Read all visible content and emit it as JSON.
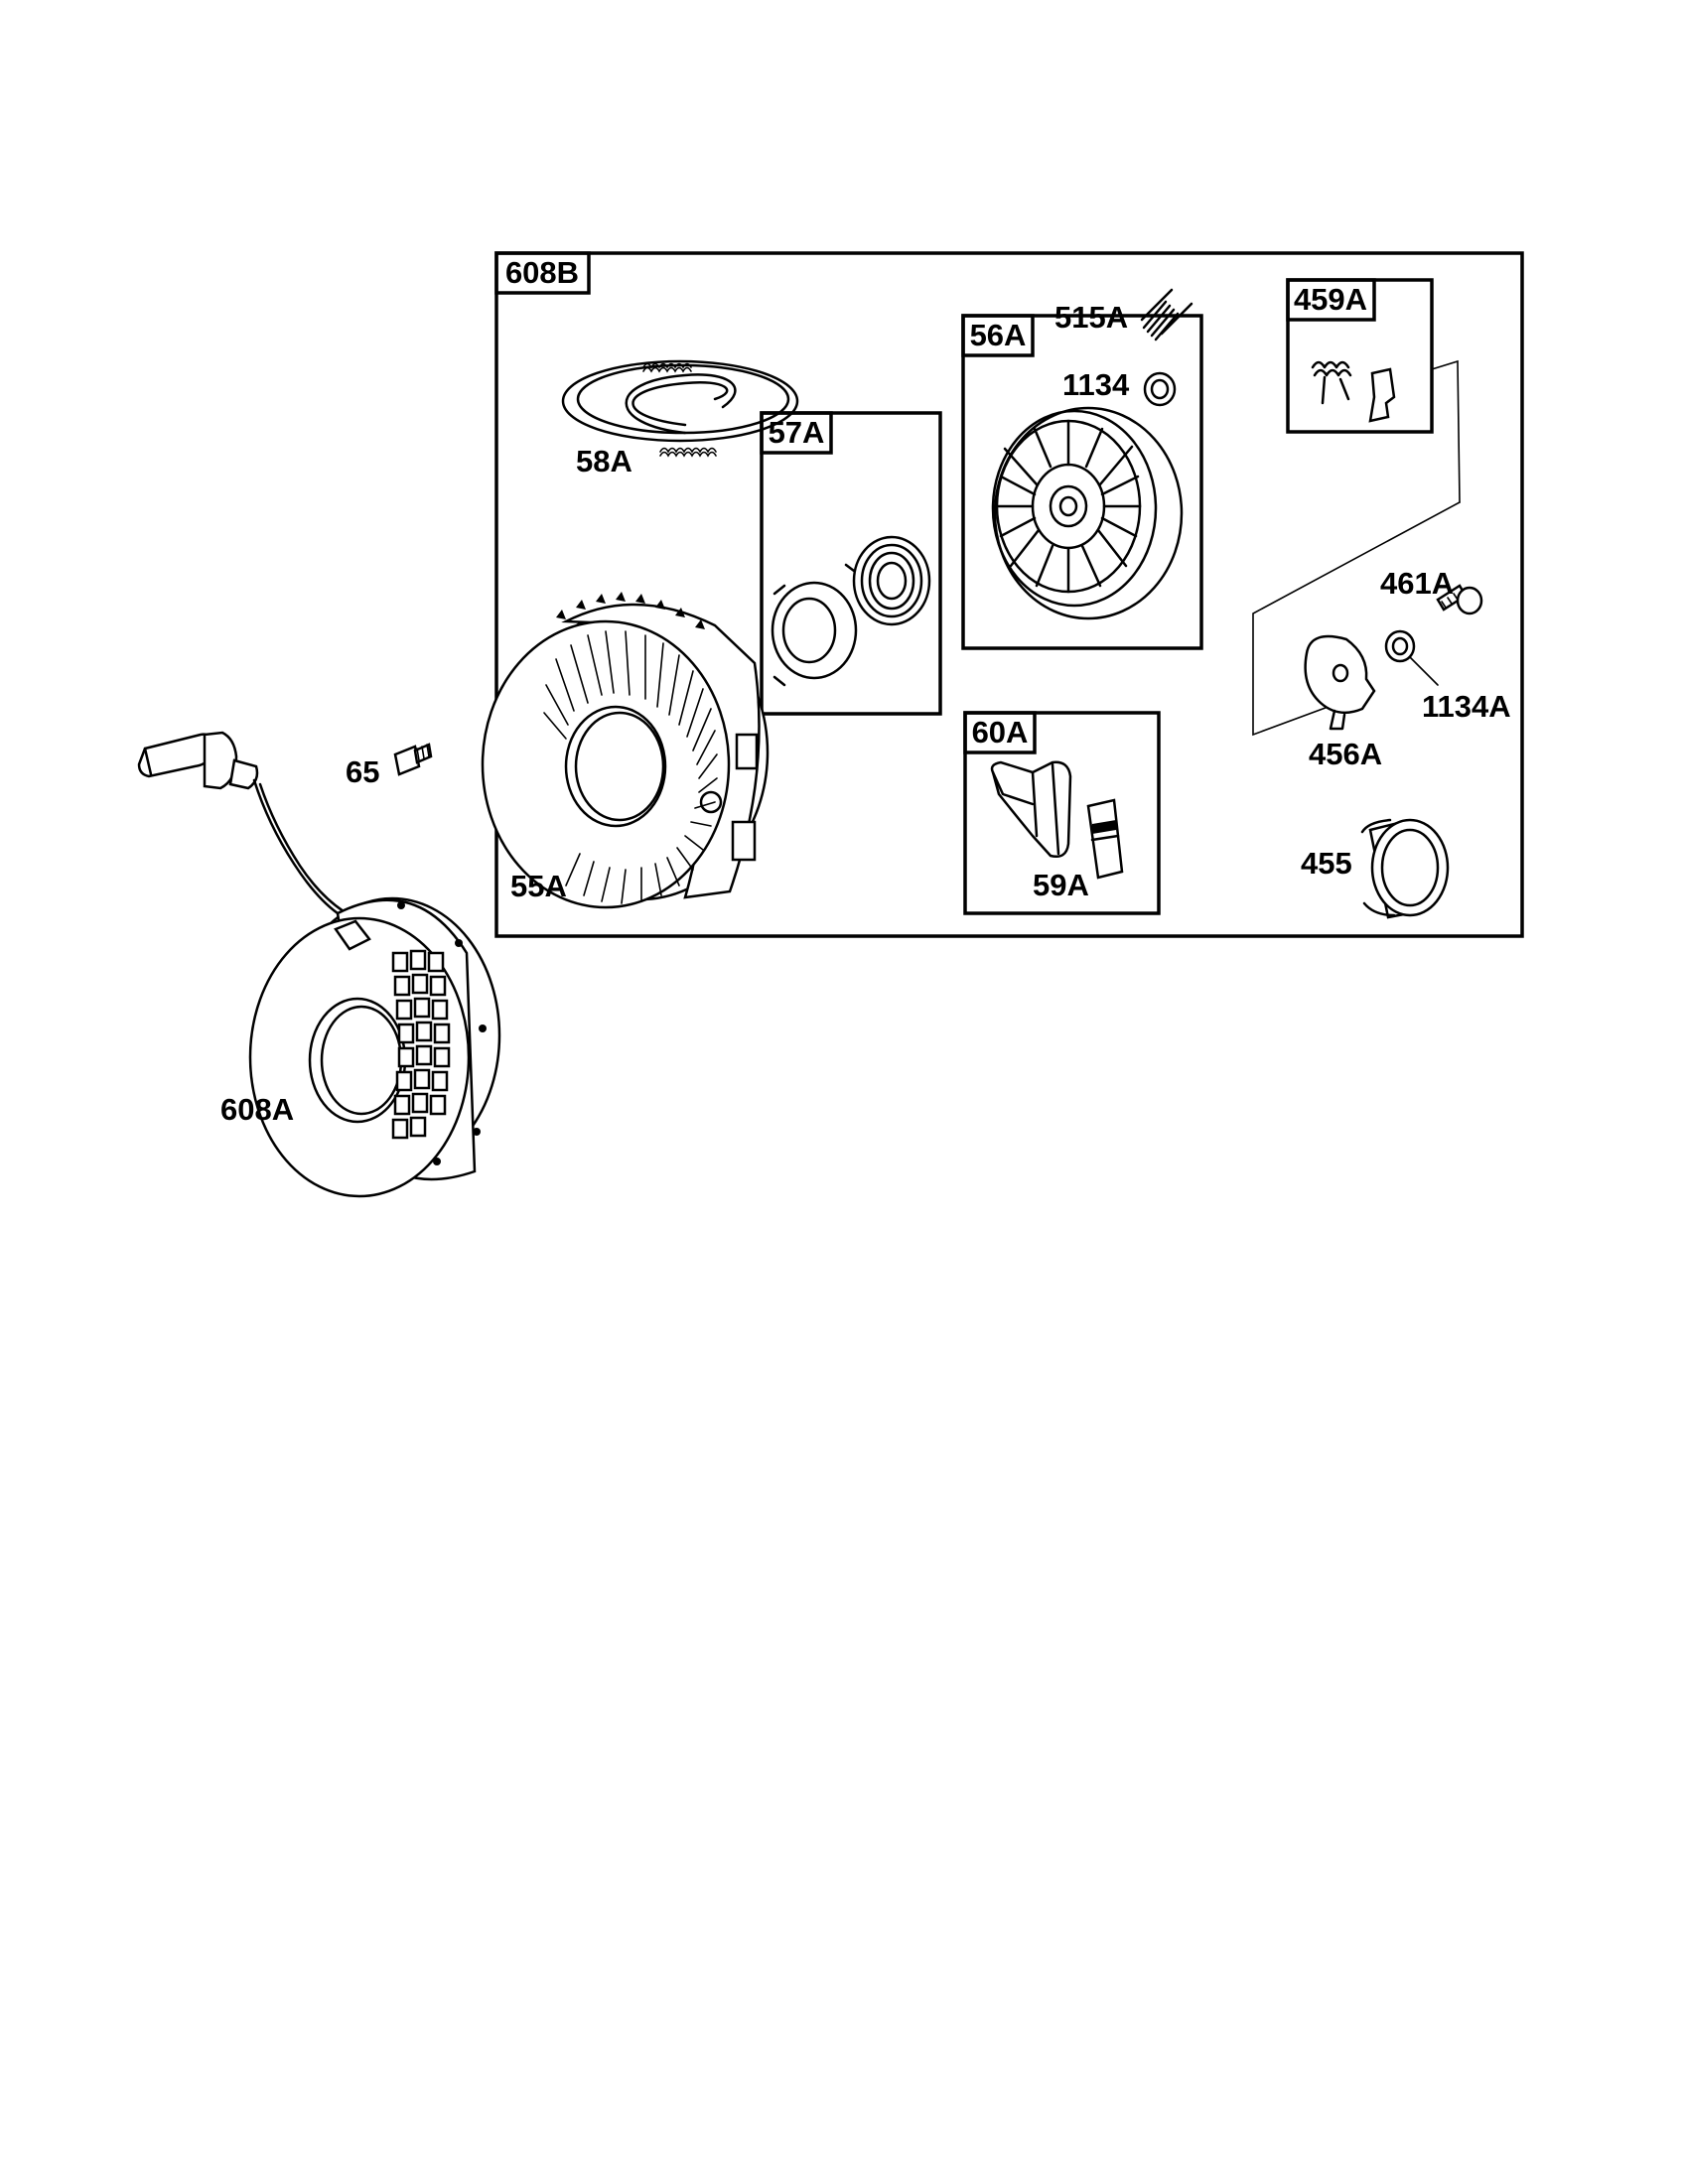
{
  "diagram": {
    "kits": [
      {
        "id": "kit-608B",
        "label": "608B"
      },
      {
        "id": "kit-56A",
        "label": "56A"
      },
      {
        "id": "kit-57A",
        "label": "57A"
      },
      {
        "id": "kit-60A",
        "label": "60A"
      },
      {
        "id": "kit-459A",
        "label": "459A"
      }
    ],
    "parts": [
      {
        "id": "part-515A",
        "label": "515A"
      },
      {
        "id": "part-1134",
        "label": "1134"
      },
      {
        "id": "part-58A",
        "label": "58A"
      },
      {
        "id": "part-461A",
        "label": "461A"
      },
      {
        "id": "part-1134A",
        "label": "1134A"
      },
      {
        "id": "part-456A",
        "label": "456A"
      },
      {
        "id": "part-65",
        "label": "65"
      },
      {
        "id": "part-55A",
        "label": "55A"
      },
      {
        "id": "part-59A",
        "label": "59A"
      },
      {
        "id": "part-455",
        "label": "455"
      },
      {
        "id": "part-608A",
        "label": "608A"
      }
    ]
  }
}
